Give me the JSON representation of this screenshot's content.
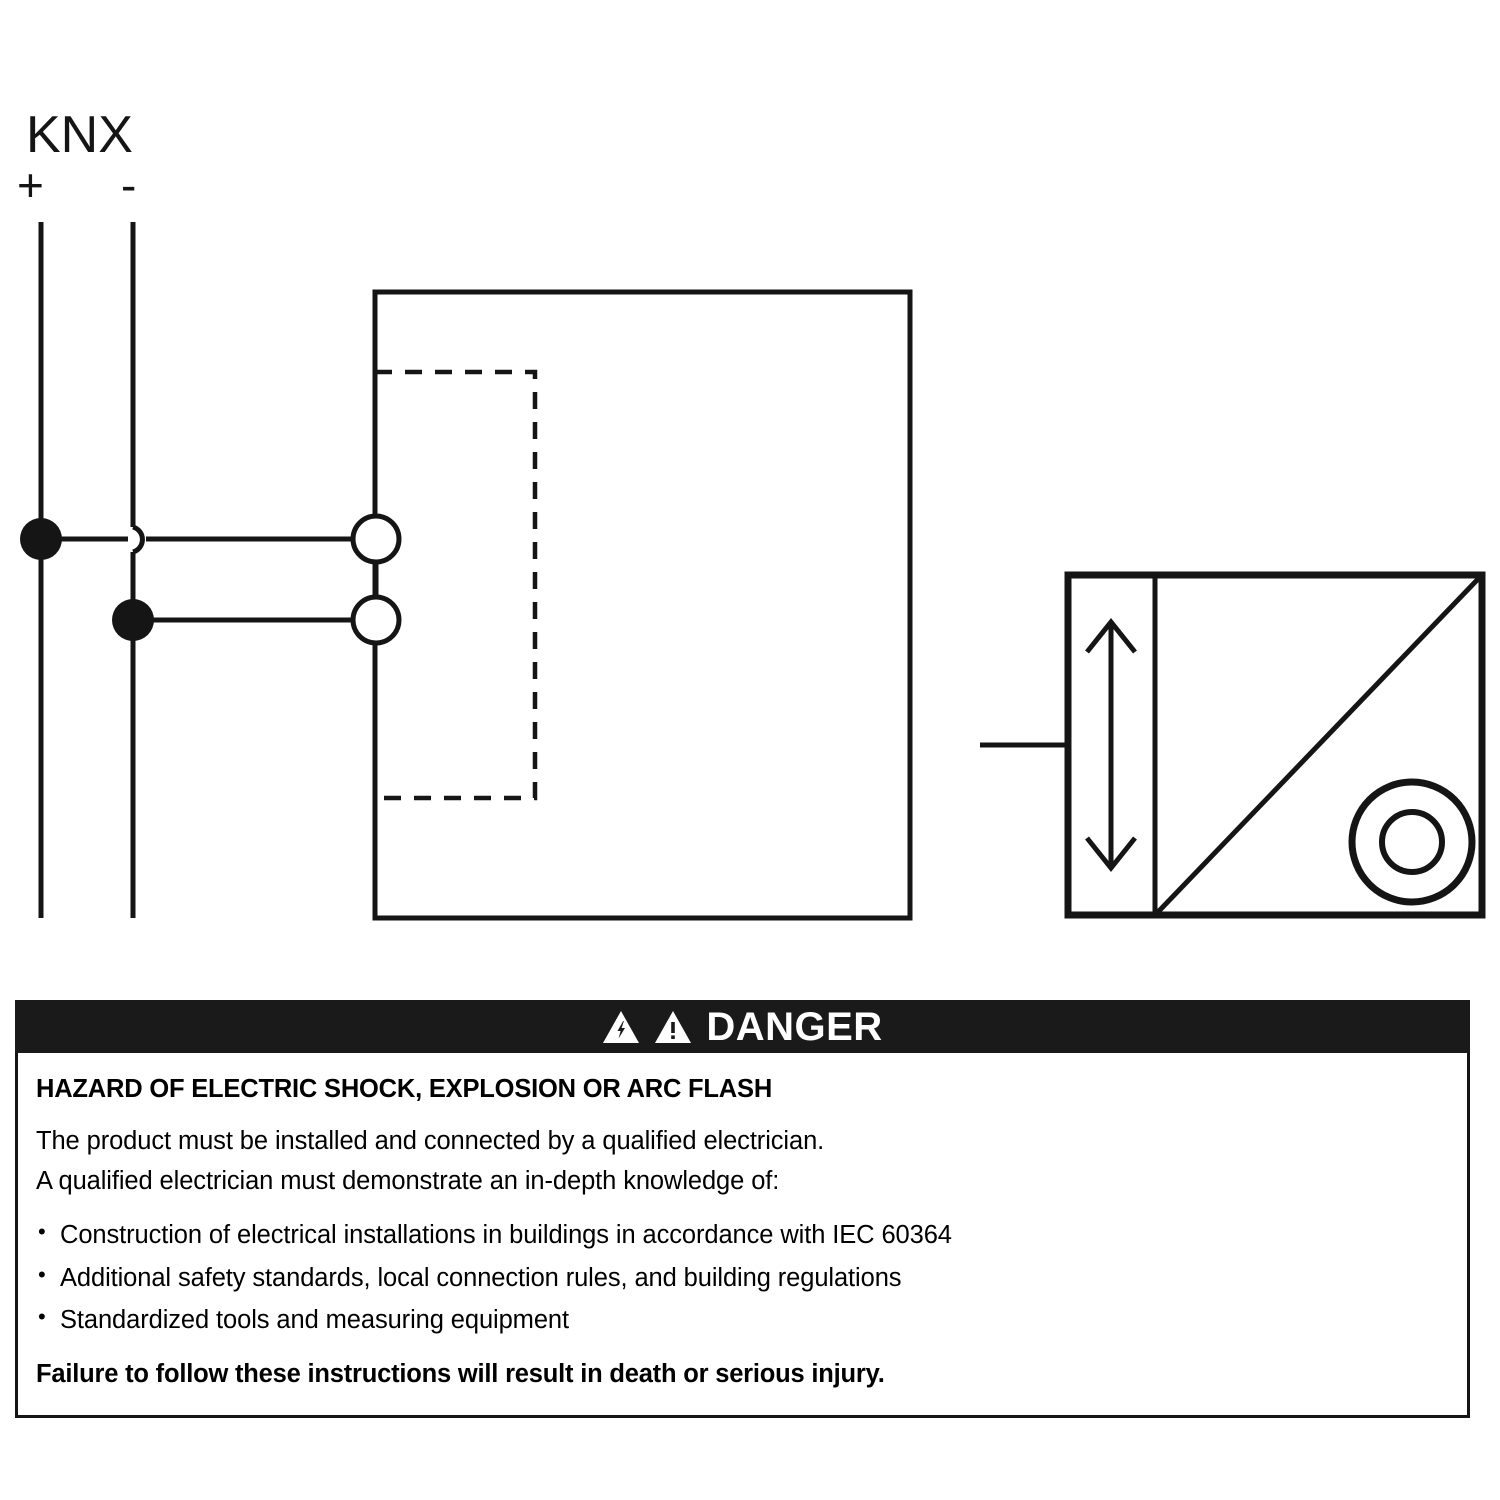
{
  "diagram": {
    "bus_label": "KNX",
    "terminal_plus_label": "+",
    "terminal_minus_label": "-",
    "colors": {
      "line": "#151515",
      "fill_solid": "#151515",
      "fill_open": "#ffffff",
      "background": "#ffffff"
    },
    "elements": {
      "device_box": "main device outline",
      "dashed_region": "dashed internal module outline",
      "terminal_circles": 2,
      "junction_dots": 2,
      "wire_hop": "semicircular wire crossing hop",
      "actuator_symbol": "blind / shutter actuator with up-down arrow, diagonal and rotary indicator"
    }
  },
  "danger": {
    "header_title": "DANGER",
    "icons": [
      "electric-shock-triangle-icon",
      "warning-triangle-icon"
    ],
    "heading": "HAZARD OF ELECTRIC SHOCK, EXPLOSION OR ARC FLASH",
    "paragraphs": [
      "The product must be installed and connected by a qualified electrician.",
      "A qualified electrician must demonstrate an in-depth knowledge of:"
    ],
    "bullets": [
      "Construction of electrical installations in buildings in accordance with IEC 60364",
      "Additional safety standards, local connection rules, and building regulations",
      "Standardized tools and measuring equipment"
    ],
    "footer": "Failure to follow these instructions will result in death or serious injury.",
    "colors": {
      "header_bg": "#1a1a1a",
      "header_text": "#ffffff",
      "body_text": "#000000",
      "border": "#151515"
    }
  }
}
